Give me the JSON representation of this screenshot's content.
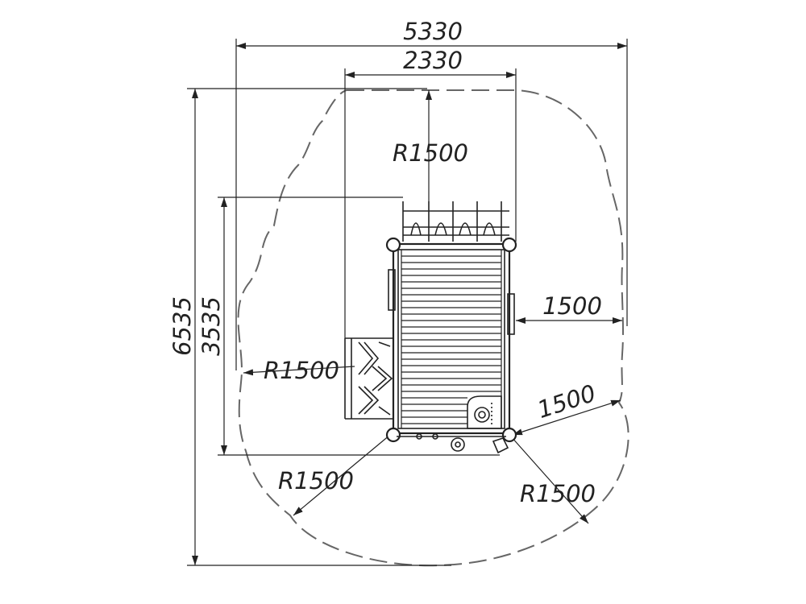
{
  "dimensions": {
    "overall_width": "5330",
    "equipment_width": "2330",
    "overall_length": "6535",
    "equipment_length": "3535",
    "right_clearance": "1500",
    "corner_clearance": "1500",
    "radius_top": "R1500",
    "radius_left": "R1500",
    "radius_bottom_left": "R1500",
    "radius_bottom_right": "R1500"
  },
  "colors": {
    "line": "#222222",
    "safety_zone": "#666666",
    "background": "#ffffff"
  }
}
